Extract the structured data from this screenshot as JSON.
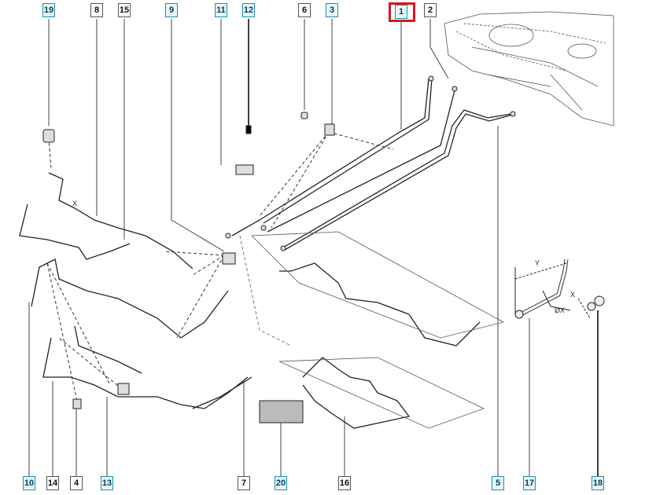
{
  "diagram": {
    "highlight_color": "#e0141e",
    "top_labels": [
      {
        "num": "19",
        "style": "blue"
      },
      {
        "num": "8",
        "style": "plain"
      },
      {
        "num": "15",
        "style": "plain"
      },
      {
        "num": "9",
        "style": "blue"
      },
      {
        "num": "11",
        "style": "blue"
      },
      {
        "num": "12",
        "style": "blue"
      },
      {
        "num": "6",
        "style": "plain"
      },
      {
        "num": "3",
        "style": "blue"
      },
      {
        "num": "1",
        "style": "blue",
        "highlighted": true
      },
      {
        "num": "2",
        "style": "plain"
      }
    ],
    "bottom_labels": [
      {
        "num": "10",
        "style": "blue"
      },
      {
        "num": "14",
        "style": "plain"
      },
      {
        "num": "4",
        "style": "plain"
      },
      {
        "num": "13",
        "style": "blue"
      },
      {
        "num": "7",
        "style": "plain"
      },
      {
        "num": "20",
        "style": "blue"
      },
      {
        "num": "16",
        "style": "plain"
      },
      {
        "num": "5",
        "style": "blue"
      },
      {
        "num": "17",
        "style": "blue"
      },
      {
        "num": "18",
        "style": "blue"
      }
    ],
    "dimensions": {
      "x": "X",
      "y": "Y",
      "diameter": "ØX"
    }
  }
}
